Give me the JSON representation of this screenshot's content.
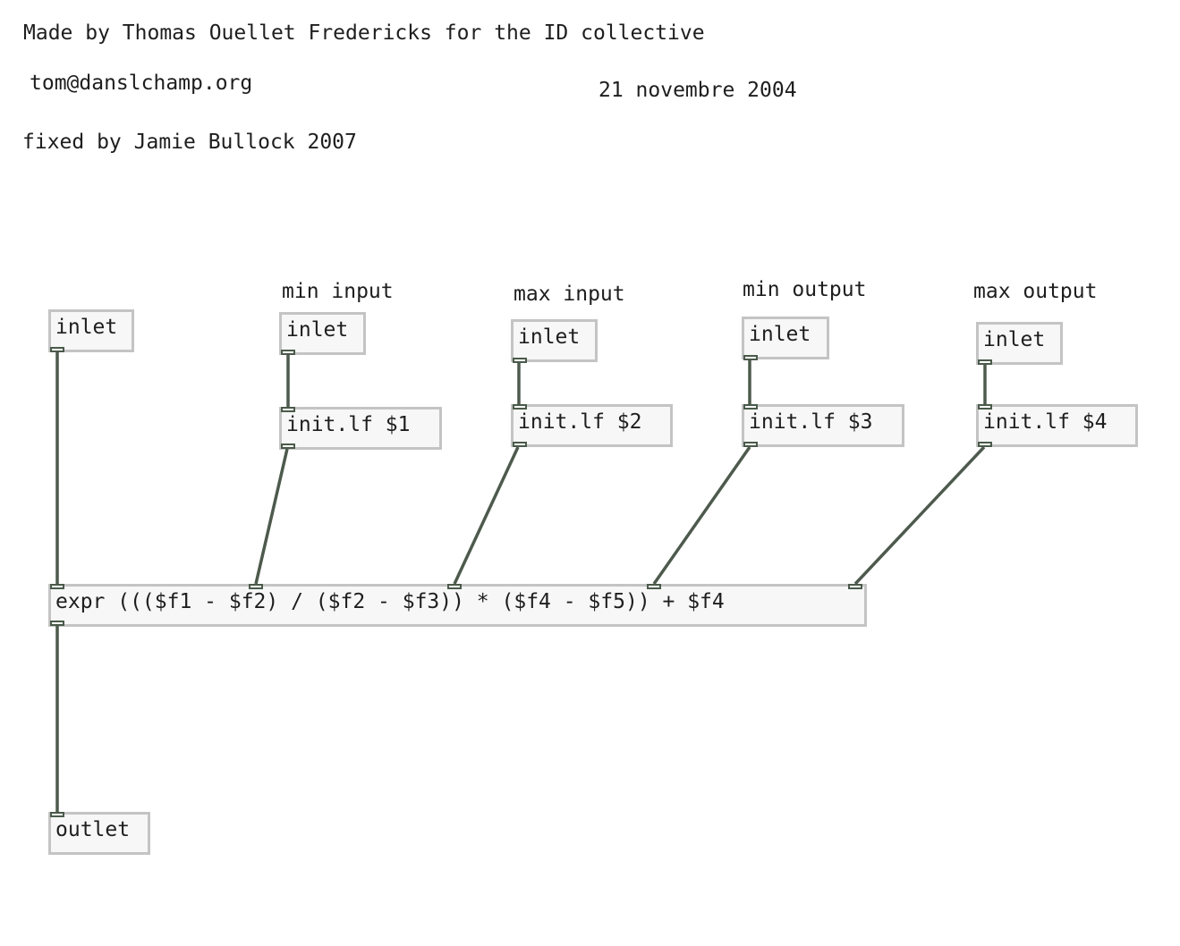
{
  "comments": {
    "credit": "Made by Thomas Ouellet Fredericks for the ID collective",
    "email": "tom@danslchamp.org",
    "date": "21 novembre 2004",
    "fixed": "fixed by Jamie Bullock 2007",
    "min_input": "min input",
    "max_input": "max input",
    "min_output": "min output",
    "max_output": "max output"
  },
  "objects": {
    "main_inlet": "inlet",
    "inlet_min_in": "inlet",
    "inlet_max_in": "inlet",
    "inlet_min_out": "inlet",
    "inlet_max_out": "inlet",
    "init1": "init.lf $1",
    "init2": "init.lf $2",
    "init3": "init.lf $3",
    "init4": "init.lf $4",
    "expr": "expr ((($f1 - $f2) / ($f2 - $f3)) * ($f4 - $f5)) + $f4",
    "outlet": "outlet"
  },
  "colors": {
    "box_border": "#c4c4c4",
    "box_fill": "#f6f7f6",
    "wire": "#4d5a4d",
    "text": "#1e1e1e"
  }
}
